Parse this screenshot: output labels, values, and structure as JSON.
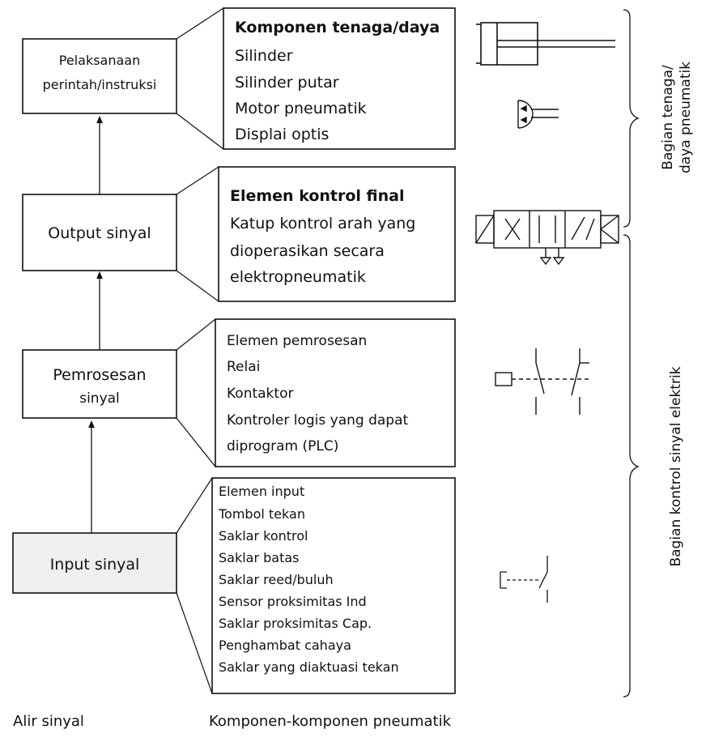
{
  "flow": [
    {
      "lines": [
        "Pelaksanaan",
        "perintah/instruksi"
      ]
    },
    {
      "lines": [
        "Output sinyal"
      ]
    },
    {
      "lines": [
        "Pemrosesan",
        "sinyal"
      ]
    },
    {
      "lines": [
        "Input sinyal"
      ]
    }
  ],
  "component_groups": [
    {
      "heading": "Komponen tenaga/daya",
      "items": [
        "Silinder",
        "Silinder putar",
        "Motor pneumatik",
        "Displai optis"
      ]
    },
    {
      "heading": "Elemen kontrol final",
      "items": [
        "Katup kontrol arah yang",
        "dioperasikan secara",
        "elektropneumatik"
      ]
    },
    {
      "heading": "Elemen pemrosesan",
      "items": [
        "Relai",
        "Kontaktor",
        "Kontroler logis yang dapat",
        "diprogram (PLC)"
      ]
    },
    {
      "heading": "Elemen input",
      "items": [
        "Tombol tekan",
        "Saklar kontrol",
        "Saklar batas",
        "Saklar reed/buluh",
        "Sensor proksimitas Ind",
        "Saklar proksimitas Cap.",
        "Penghambat cahaya",
        "Saklar yang diaktuasi tekan"
      ]
    }
  ],
  "section_labels": {
    "power": [
      "Bagian tenaga/",
      "daya pneumatik"
    ],
    "control": "Bagian kontrol sinyal elektrik"
  },
  "footer": {
    "left": "Alir sinyal",
    "right": "Komponen-komponen pneumatik"
  },
  "symbols": [
    "cylinder-symbol",
    "semi-rotary-actuator-symbol",
    "solenoid-valve-symbol",
    "relay-contact-symbol",
    "pushbutton-symbol"
  ]
}
